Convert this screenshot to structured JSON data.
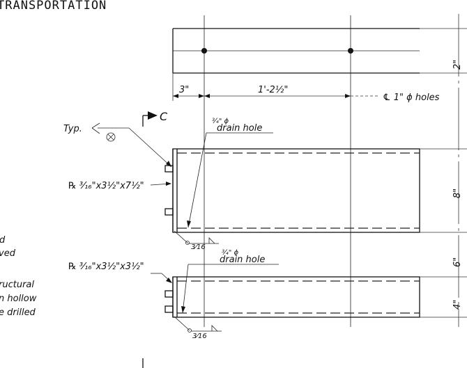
{
  "title": "TRANSPORTATION",
  "dimensions": {
    "d_3in": "3\"",
    "d_1ft": "1'-2½\"",
    "centerline_holes": "℄ 1\" ϕ holes",
    "d_2in": "2\"",
    "d_8in": "8\"",
    "d_6in": "6\"",
    "d_4in": "4\""
  },
  "section": {
    "marker": "C"
  },
  "labels": {
    "typ": "Typ.",
    "drain_hole_1_size": "¾\" ϕ",
    "drain_hole_1_text": "drain hole",
    "drain_hole_2_size": "¾\" ϕ",
    "drain_hole_2_text": "drain hole",
    "plate_1": "℞ ³⁄₁₆\"x3½\"x7½\"",
    "plate_2": "℞ ³⁄₁₆\"x3½\"x3½\"",
    "weld_1": "3⁄16",
    "weld_2": "3⁄16"
  },
  "left_notes": {
    "line1": "d",
    "line2": "ved",
    "line3": "ructural",
    "line4": "n hollow",
    "line5": "e drilled"
  }
}
